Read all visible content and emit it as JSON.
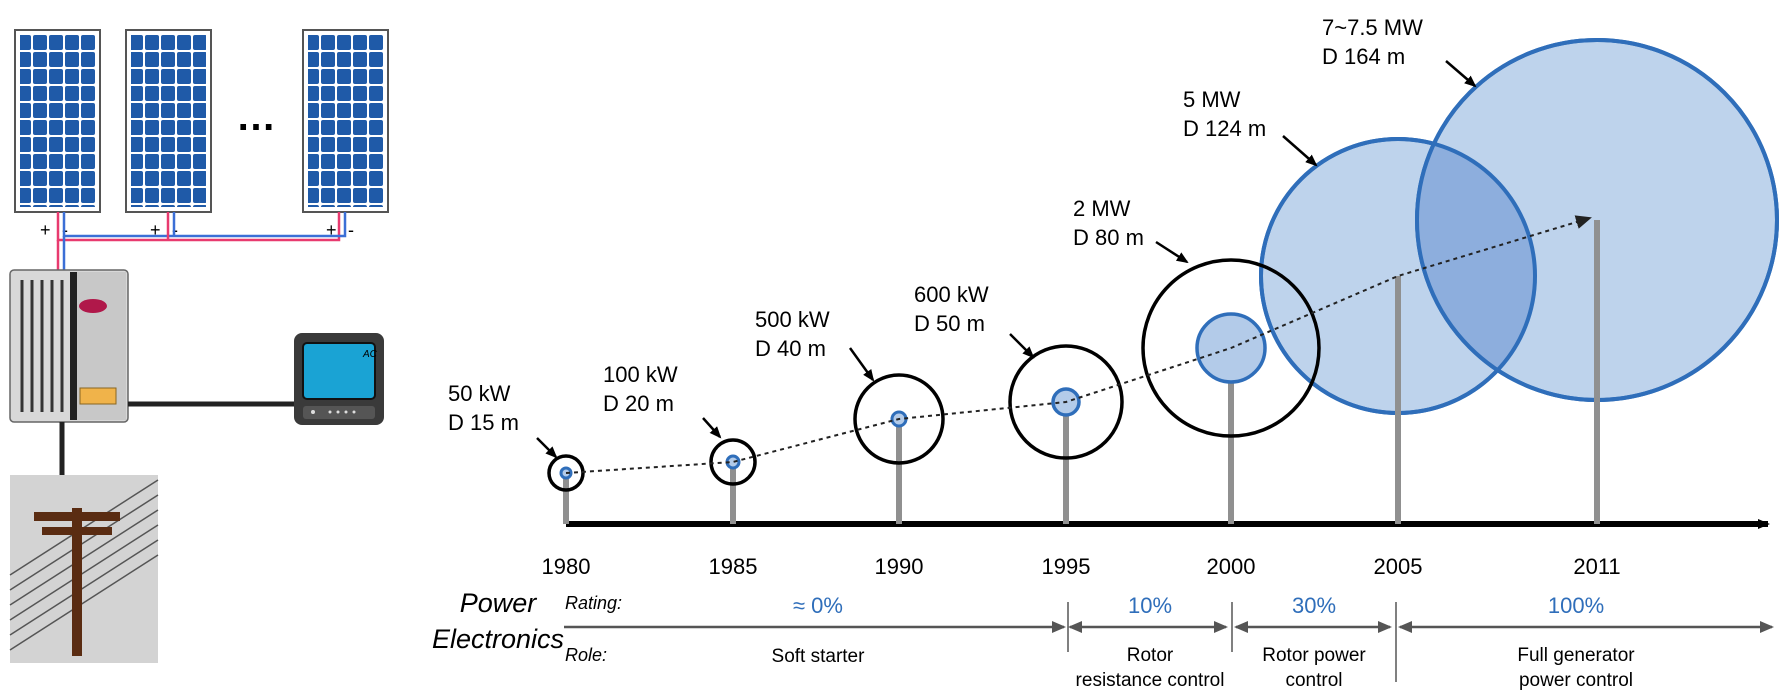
{
  "pv_system": {
    "ellipsis": "…",
    "terminal_plus": "+",
    "terminal_minus": "-",
    "display_label": "AC"
  },
  "turbines": [
    {
      "year": "1980",
      "power": "50 kW",
      "diameter": "D 15 m"
    },
    {
      "year": "1985",
      "power": "100 kW",
      "diameter": "D 20 m"
    },
    {
      "year": "1990",
      "power": "500 kW",
      "diameter": "D 40 m"
    },
    {
      "year": "1995",
      "power": "600 kW",
      "diameter": "D 50 m"
    },
    {
      "year": "2000",
      "power": "2 MW",
      "diameter": "D 80 m"
    },
    {
      "year": "2005",
      "power": "5 MW",
      "diameter": "D 124 m"
    },
    {
      "year": "2011",
      "power": "7~7.5 MW",
      "diameter": "D 164 m"
    }
  ],
  "power_electronics": {
    "title_line1": "Power",
    "title_line2": "Electronics",
    "rating_label": "Rating:",
    "role_label": "Role:",
    "segments": [
      {
        "rating": "≈ 0%",
        "role_line1": "Soft starter",
        "role_line2": ""
      },
      {
        "rating": "10%",
        "role_line1": "Rotor",
        "role_line2": "resistance control"
      },
      {
        "rating": "30%",
        "role_line1": "Rotor power",
        "role_line2": "control"
      },
      {
        "rating": "100%",
        "role_line1": "Full generator",
        "role_line2": "power control"
      }
    ]
  },
  "colors": {
    "accent_blue": "#2f6eba",
    "circle_fill": "#b3cbe9",
    "panel_blue": "#1f5aa8",
    "wire_red": "#e83a6f",
    "wire_blue": "#3b6fd6",
    "tower_gray": "#909090"
  }
}
